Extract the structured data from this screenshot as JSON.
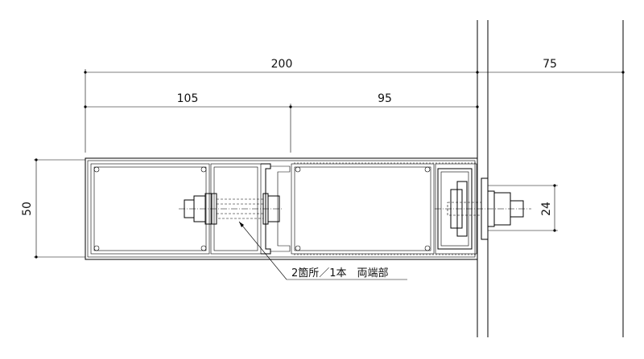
{
  "dimensions": {
    "total_width": "200",
    "right_offset": "75",
    "left_part": "105",
    "right_part": "95",
    "height": "50",
    "bolt_spacing": "24"
  },
  "note": {
    "text": "2箇所／1本　両端部"
  }
}
